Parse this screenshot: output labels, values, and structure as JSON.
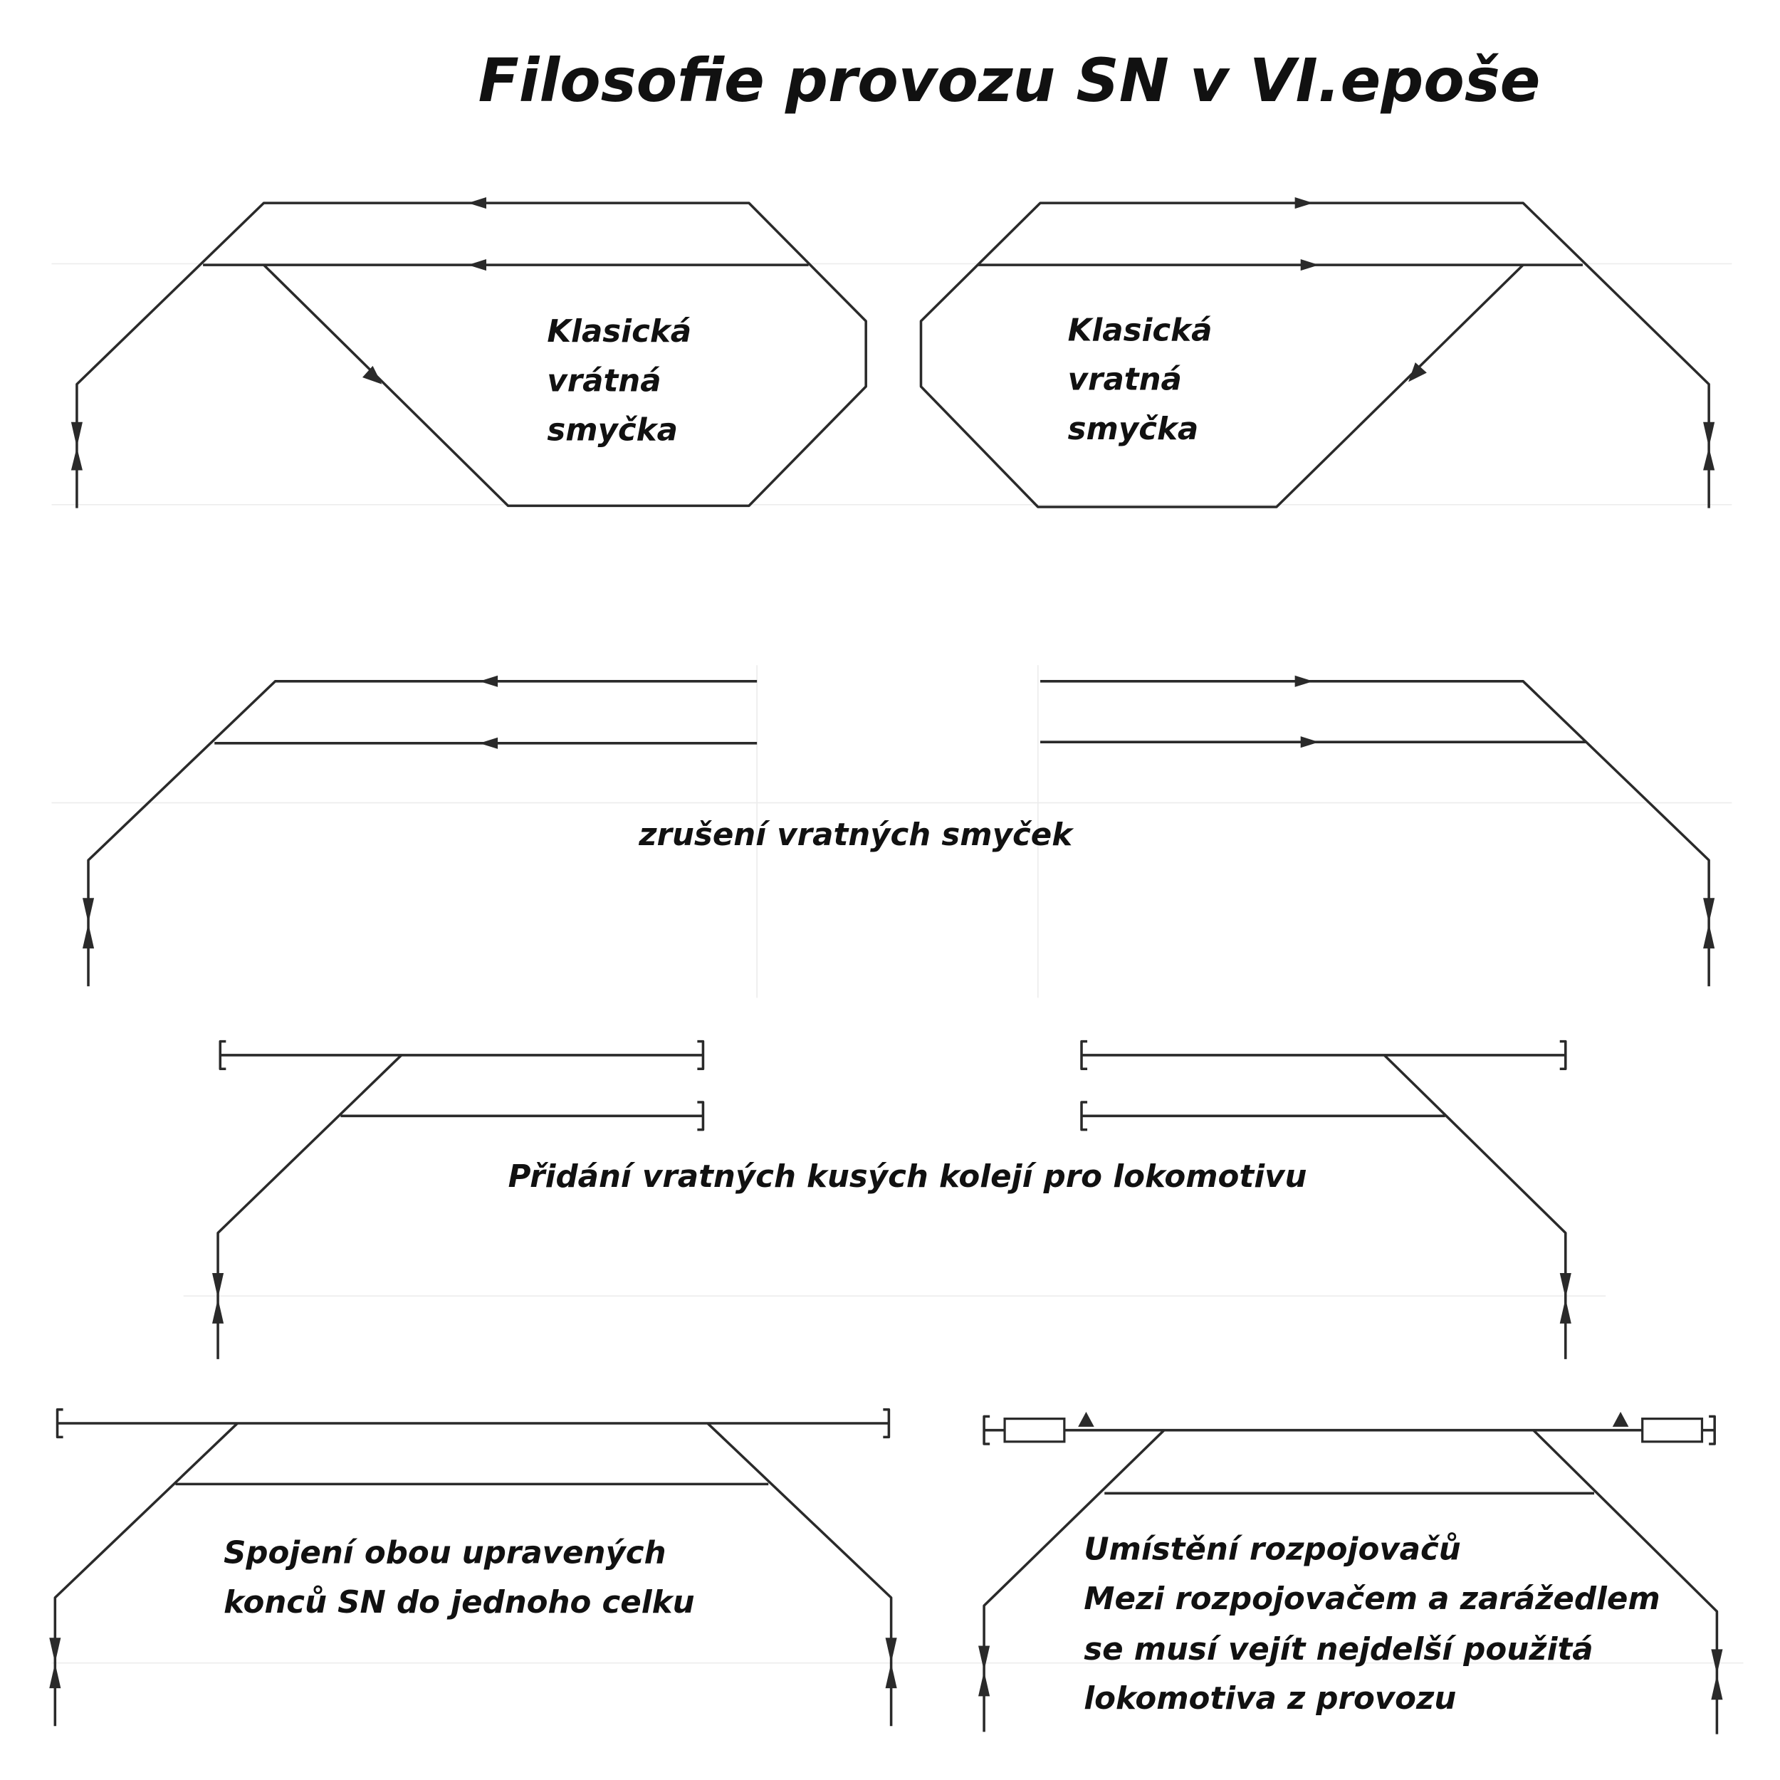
{
  "title": "Filosofie provozu SN v VI.epoše",
  "diagrams": {
    "loop_left": {
      "label": [
        "Klasická",
        "vrátná",
        "smyčka"
      ]
    },
    "loop_right": {
      "label": [
        "Klasická",
        "vratná",
        "smyčka"
      ]
    },
    "loops_removed": {
      "label": "zrušení vratných smyček"
    },
    "stub_tracks": {
      "label": "Přidání vratných kusých kolejí pro lokomotivu"
    },
    "joined": {
      "label": [
        "Spojení obou upravených",
        "konců SN do jednoho celku"
      ]
    },
    "disconnectors": {
      "label": [
        "Umístění rozpojovačů",
        "Mezi rozpojovačem a zarážedlem",
        "se musí vejít nejdelší použitá",
        "lokomotiva z provozu"
      ]
    }
  },
  "colors": {
    "line": "#2a2a2a",
    "text": "#111111"
  }
}
